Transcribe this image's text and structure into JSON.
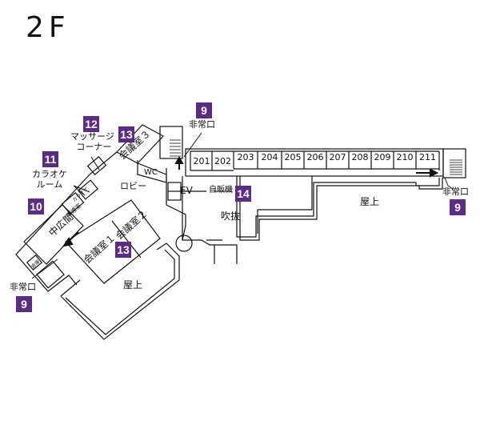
{
  "floor": "2F",
  "rooms": [
    "201",
    "202",
    "203",
    "204",
    "205",
    "206",
    "207",
    "208",
    "209",
    "210",
    "211"
  ],
  "labels": {
    "lobby": "ロビー",
    "wc": "WC",
    "ev": "EV",
    "vending": "自販機",
    "atrium": "吹抜",
    "roof": "屋上",
    "massage_line1": "マッサージ",
    "massage_line2": "コーナー",
    "karaoke_line1": "カラオケ",
    "karaoke_line2": "ルーム",
    "exit": "非常口",
    "meeting3": "会議室３",
    "meeting1": "会議室１",
    "meeting2": "会議室２",
    "hall": "中広間",
    "smoking": "喫煙室",
    "karaoke_small": "カラオケ",
    "store": "倉庫"
  },
  "badges": {
    "exit": "9",
    "hall": "10",
    "karaoke": "11",
    "massage": "12",
    "meeting": "13",
    "vending": "14"
  },
  "colors": {
    "badge": "#5b2c86",
    "line": "#111111"
  }
}
